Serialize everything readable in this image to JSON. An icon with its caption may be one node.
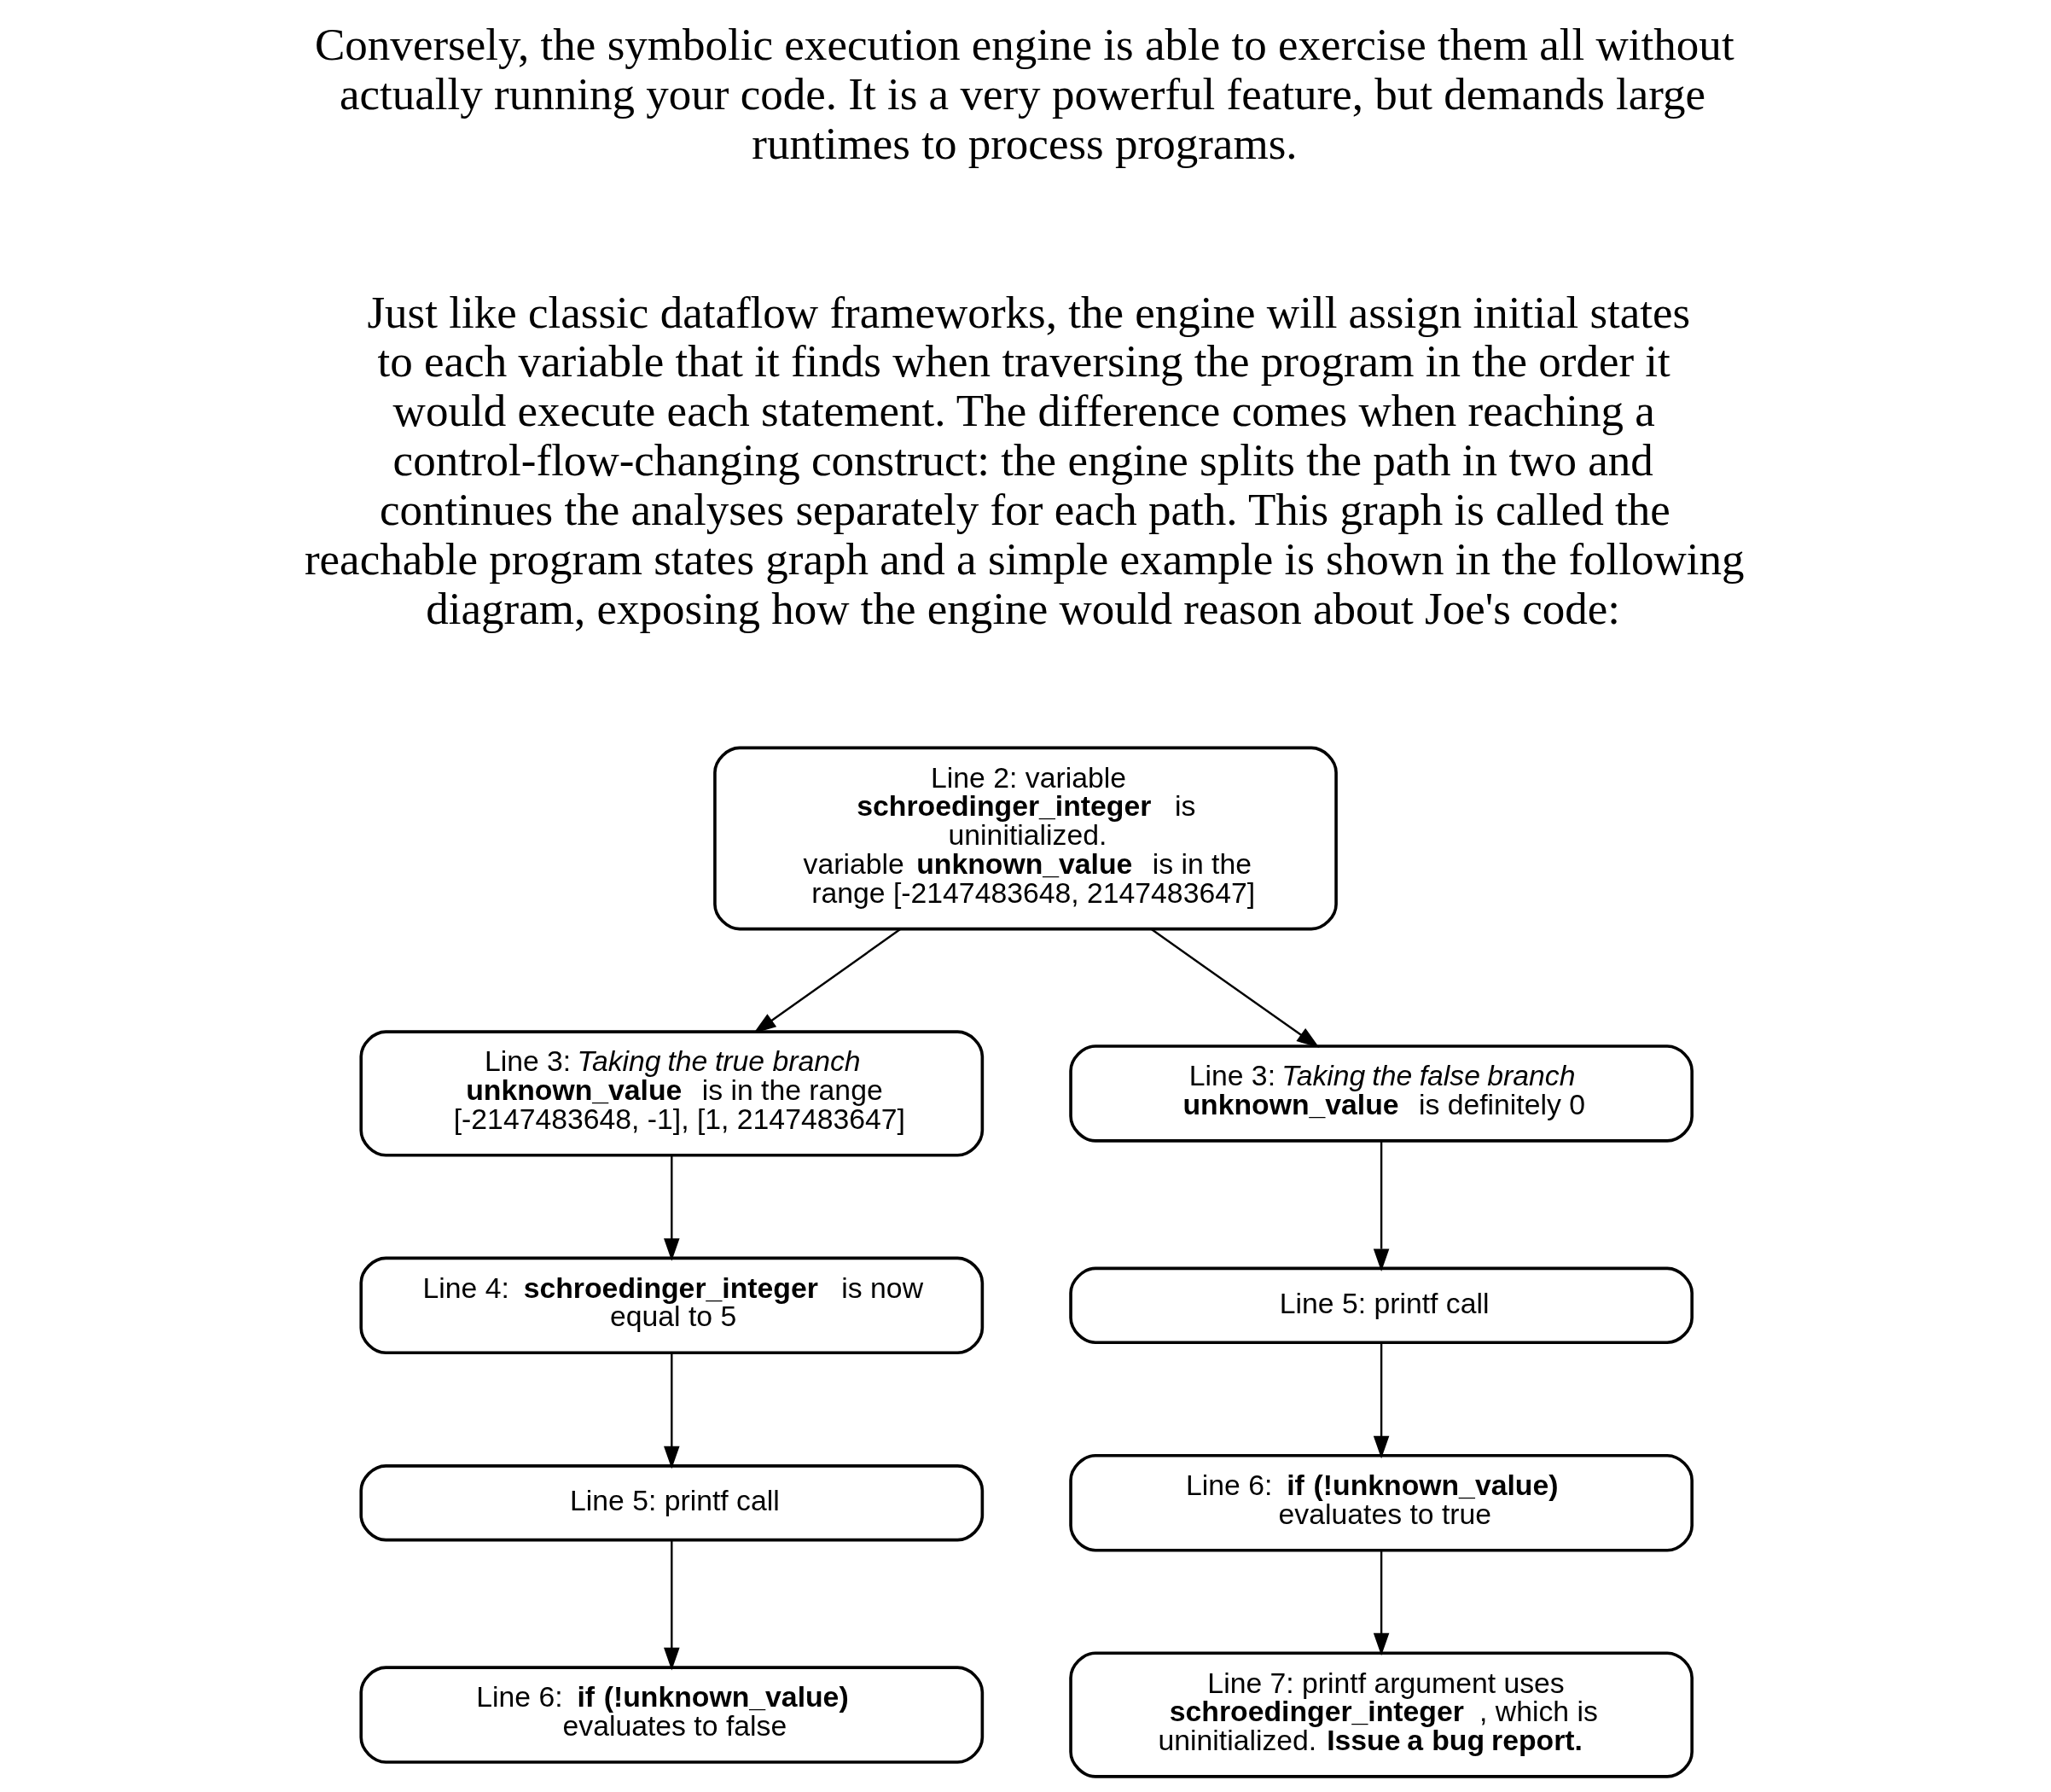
{
  "diagram": {
    "nodes": [
      {
        "text": [
          "Line 2: variable **schroedinger_integer** is uninitialized.",
          "variable **unknown_value** is in the range [-2147483648, 2147483647]"
        ]
      },
      {
        "text": [
          "Line 3: *Taking the true branch*",
          "**unknown_value** is in the range [-2147483648, -1], [1, 2147483647]"
        ]
      },
      {
        "text": [
          "Line 3: *Taking the false branch*",
          "**unknown_value** is definitely 0"
        ]
      },
      {
        "text": [
          "Line 4: **schroedinger_integer** is now equal to 5"
        ]
      },
      {
        "text": [
          "Line 5: printf call"
        ]
      },
      {
        "text": [
          "Line 5: printf call"
        ]
      },
      {
        "text": [
          "Line 6: **if (!unknown_value)** evaluates to true"
        ]
      },
      {
        "text": [
          "Line 6: **if (!unknown_value)** evaluates to false"
        ]
      },
      {
        "text": [
          "Line 7: printf argument uses **schroedinger_integer**, which is uninitialized. **Issue a bug report.**"
        ]
      }
    ],
    "edges": [
      {
        "from": 0,
        "to": 1,
        "arrow": "to"
      },
      {
        "from": 0,
        "to": 2,
        "arrow": "to"
      },
      {
        "from": 1,
        "to": 3,
        "arrow": "to"
      },
      {
        "from": 2,
        "to": 4,
        "arrow": "to"
      },
      {
        "from": 3,
        "to": 5,
        "arrow": "to"
      },
      {
        "from": 4,
        "to": 6,
        "arrow": "to"
      },
      {
        "from": 5,
        "to": 7,
        "arrow": "to"
      },
      {
        "from": 6,
        "to": 8,
        "arrow": "to"
      }
    ],
    "labels": [
      "Conversely, the symbolic execution engine is able to exercise them all without actually running your code. It is a very powerful feature, but demands large runtimes to process programs.",
      "Just like classic dataflow frameworks, the engine will assign initial states to each variable that it finds when traversing the program in the order it would execute each statement. The difference comes when reaching a control-flow-changing construct: the engine splits the path in two and continues the analyses separately for each path. This graph is called the reachable program states graph and a simple example is shown in the following diagram, exposing how the engine would reason about Joe's code:"
    ]
  }
}
